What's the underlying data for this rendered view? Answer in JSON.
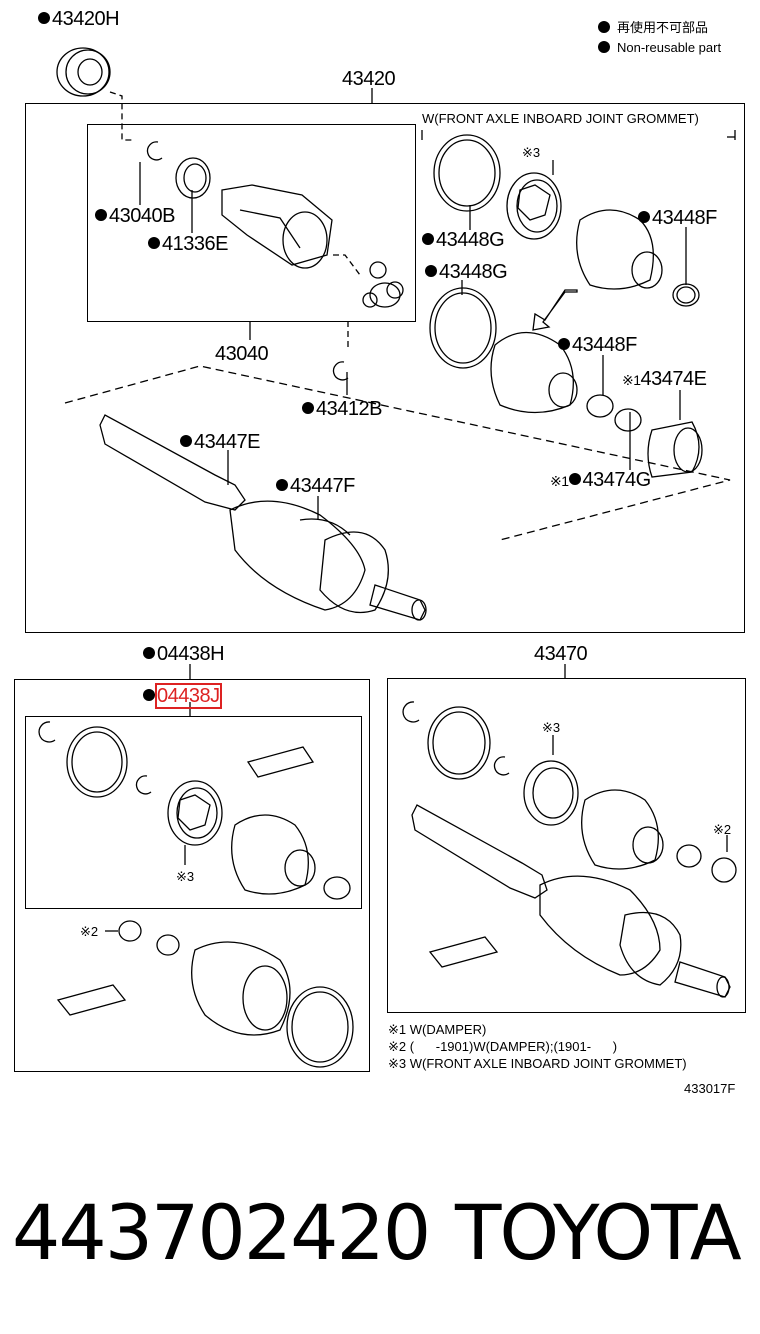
{
  "legend": {
    "line1": "再使用不可部品",
    "line2": "Non-reusable part"
  },
  "labels": {
    "p43420H": "43420H",
    "p43420": "43420",
    "grommet_note": "W(FRONT AXLE INBOARD JOINT GROMMET)",
    "p43040B": "43040B",
    "p41336E": "41336E",
    "p43040": "43040",
    "p43412B": "43412B",
    "p43448G_a": "43448G",
    "p43448G_b": "43448G",
    "p43448F_a": "43448F",
    "p43448F_b": "43448F",
    "p43474E": "43474E",
    "p43474G": "43474G",
    "p43447E": "43447E",
    "p43447F": "43447F",
    "ref3_top": "※3",
    "ref1_a": "※1",
    "ref1_b": "※1",
    "p04438H": "04438H",
    "p04438J": "04438J",
    "ref3_left": "※3",
    "ref2_left": "※2",
    "p43470": "43470",
    "ref3_right": "※3",
    "ref2_right": "※2"
  },
  "notes": [
    "※1 W(DAMPER)",
    "※2 (      -1901)W(DAMPER);(1901-      )",
    "※3 W(FRONT AXLE INBOARD JOINT GROMMET)"
  ],
  "drawing_code": "433017F",
  "footer": {
    "part_number": "443702420",
    "brand": "TOYOTA"
  }
}
